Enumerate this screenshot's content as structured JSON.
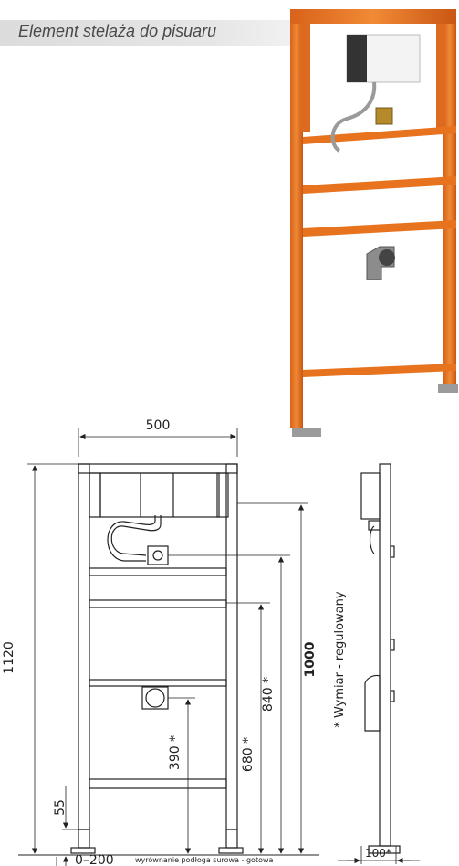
{
  "header": {
    "title": "Element stelaża do pisuaru"
  },
  "dimensions": {
    "width": "500",
    "height_total": "1120",
    "height_frame": "1000",
    "height_840": "840 *",
    "height_680": "680 *",
    "height_390": "390 *",
    "foot_55": "55",
    "floor_range": "0–200",
    "floor_note": "wyrównanie podłoga surowa - gotowa",
    "depth": "100*",
    "adjust_note": "* Wymiar - regulowany"
  },
  "colors": {
    "frame_orange": "#e8731f",
    "line": "#222222"
  }
}
